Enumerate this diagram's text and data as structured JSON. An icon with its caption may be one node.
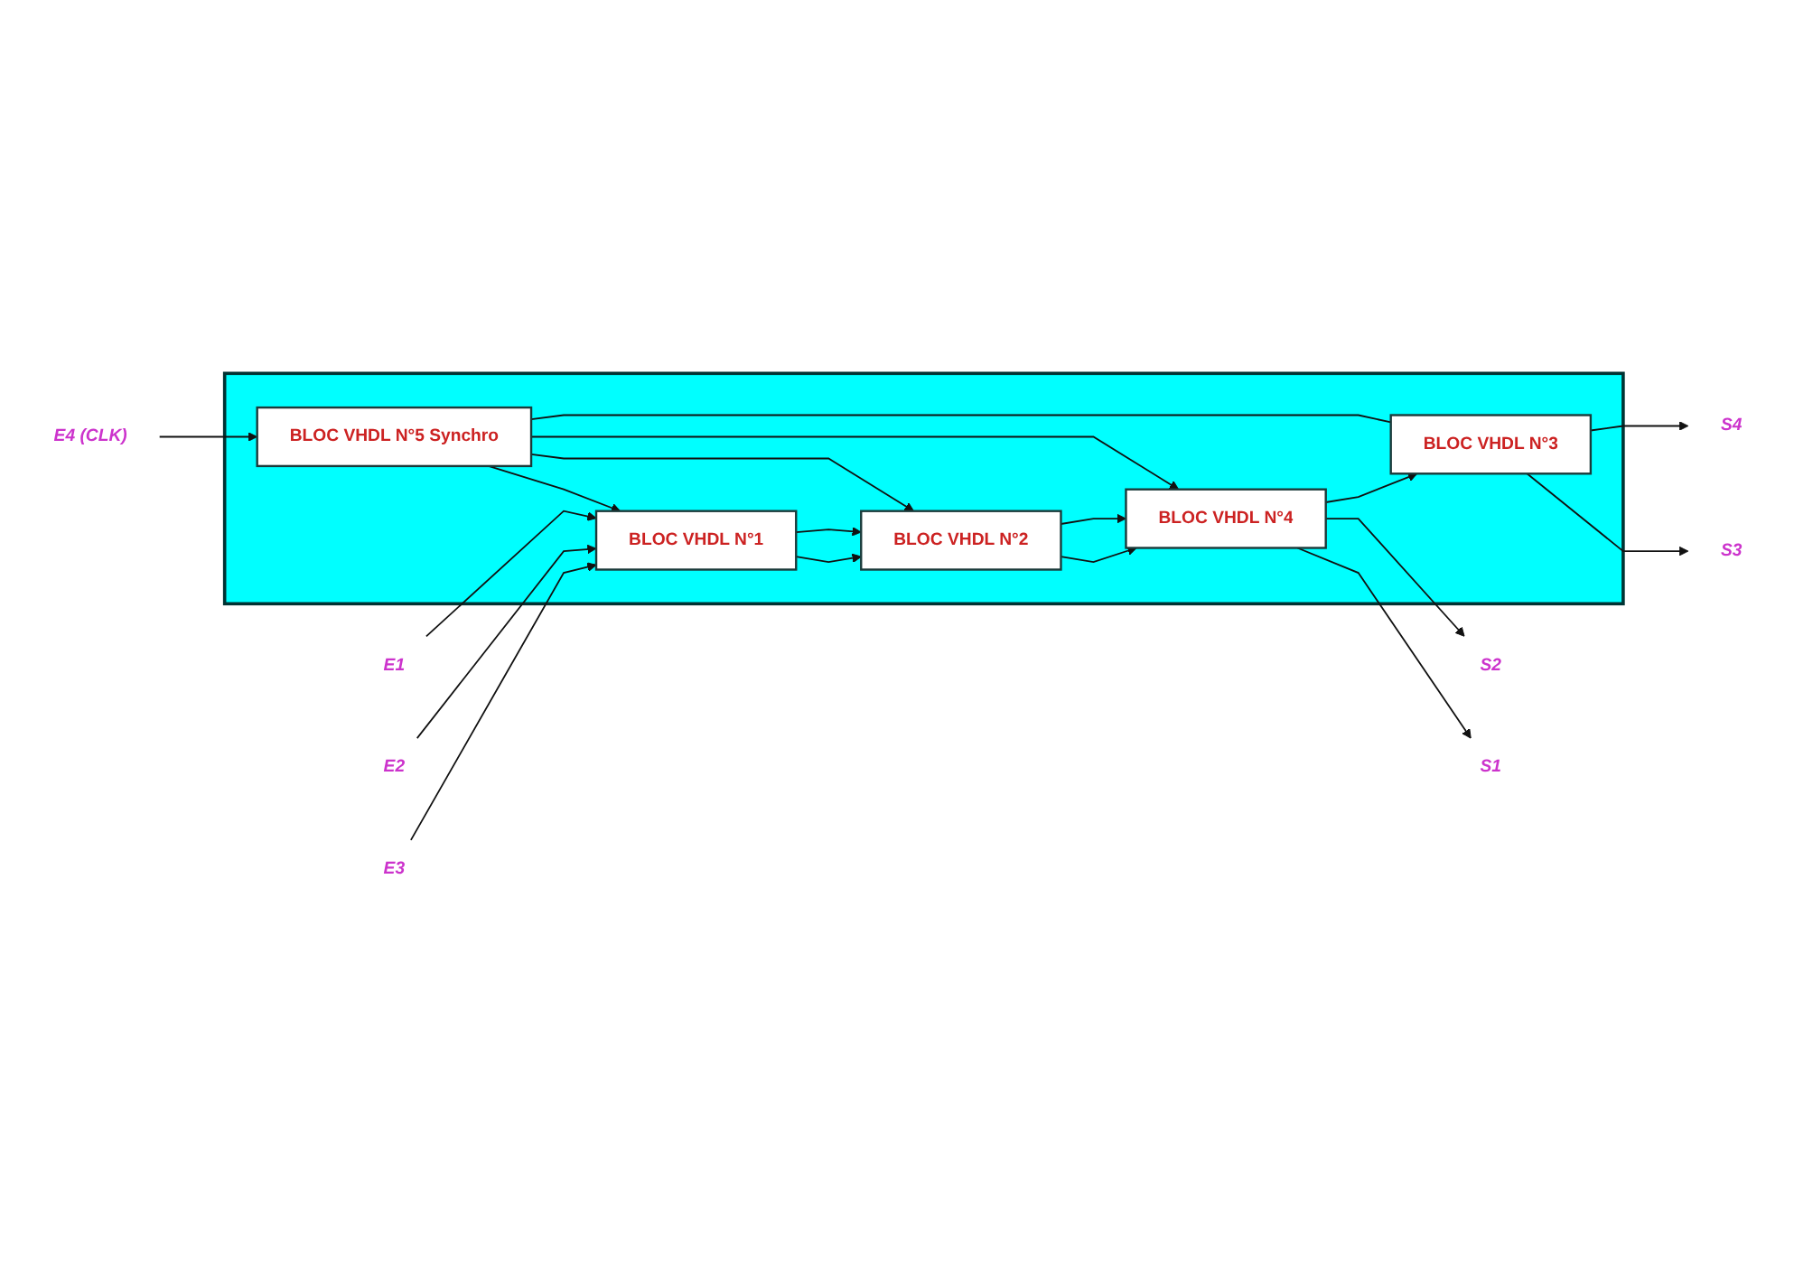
{
  "diagram": {
    "nodes": [
      {
        "text": [],
        "shape": "box"
      },
      {
        "text": [
          "E1"
        ]
      },
      {
        "text": [
          "E2"
        ]
      },
      {
        "text": [
          "E3"
        ]
      },
      {
        "text": [
          "BLOC VHDL N°1"
        ],
        "in": 0
      },
      {
        "text": [
          "BLOC VHDL N°2"
        ],
        "in": 0
      },
      {
        "text": [
          "BLOC VHDL N°4"
        ],
        "in": 0
      },
      {
        "text": [
          "S1"
        ]
      },
      {
        "text": [
          "S2"
        ]
      },
      {
        "text": [
          "BLOC VHDL N°5 Synchro"
        ],
        "in": 0
      },
      {
        "text": [
          "BLOC VHDL N°3"
        ],
        "in": 0
      },
      {
        "text": [
          "S3"
        ]
      },
      {
        "text": [
          "S4"
        ]
      },
      {
        "text": [
          "E4 (CLK)"
        ]
      }
    ],
    "edges": [
      {
        "from": 1,
        "to": 4,
        "arrow": "to"
      },
      {
        "from": 2,
        "to": 4,
        "arrow": "to"
      },
      {
        "from": 3,
        "to": 4,
        "arrow": "to"
      },
      {
        "from": 4,
        "to": 5,
        "arrow": "to"
      },
      {
        "from": 4,
        "to": 5,
        "arrow": "to"
      },
      {
        "from": 5,
        "to": 6,
        "arrow": "to"
      },
      {
        "from": 5,
        "to": 6,
        "arrow": "to"
      },
      {
        "from": 6,
        "to": 7,
        "arrow": "to"
      },
      {
        "from": 6,
        "to": 8,
        "arrow": "to"
      },
      {
        "from": 9,
        "to": 4,
        "arrow": "to"
      },
      {
        "from": 9,
        "to": 5,
        "arrow": "to"
      },
      {
        "from": 9,
        "to": 6,
        "arrow": "to"
      },
      {
        "from": 9,
        "to": 10,
        "arrow": "none"
      },
      {
        "from": 6,
        "to": 10,
        "arrow": "to"
      },
      {
        "from": 10,
        "to": 11,
        "arrow": "to"
      },
      {
        "from": 10,
        "to": 12,
        "arrow": "to"
      },
      {
        "from": 13,
        "to": 9,
        "arrow": "to"
      }
    ]
  }
}
